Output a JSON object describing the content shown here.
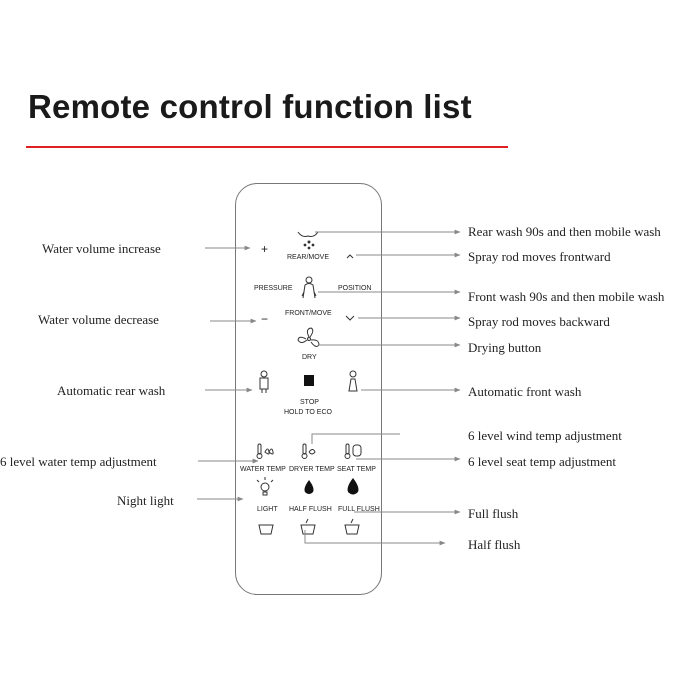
{
  "title": "Remote control function list",
  "remote": {
    "rear_move": "REAR/MOVE",
    "pressure": "PRESSURE",
    "position": "POSITION",
    "front_move": "FRONT/MOVE",
    "dry": "DRY",
    "stop": "STOP",
    "hold_to_eco": "HOLD TO ECO",
    "water_temp": "WATER TEMP",
    "dryer_temp": "DRYER TEMP",
    "seat_temp": "SEAT TEMP",
    "light": "LIGHT",
    "half_flush": "HALF FLUSH",
    "full_flush": "FULL FLUSH",
    "plus": "+",
    "minus": "−"
  },
  "left_labels": {
    "water_volume_increase": "Water volume increase",
    "water_volume_decrease": "Water volume decrease",
    "automatic_rear_wash": "Automatic rear wash",
    "water_temp_adjustment": "6 level water temp adjustment",
    "night_light": "Night light"
  },
  "right_labels": {
    "rear_wash": "Rear wash 90s and then mobile wash",
    "spray_frontward": "Spray rod moves frontward",
    "front_wash": "Front wash 90s and then mobile wash",
    "spray_backward": "Spray rod moves backward",
    "drying": "Drying button",
    "automatic_front_wash": "Automatic front wash",
    "wind_temp": "6 level wind temp adjustment",
    "seat_temp": "6 level seat temp adjustment",
    "full_flush": "Full flush",
    "half_flush": "Half flush"
  }
}
